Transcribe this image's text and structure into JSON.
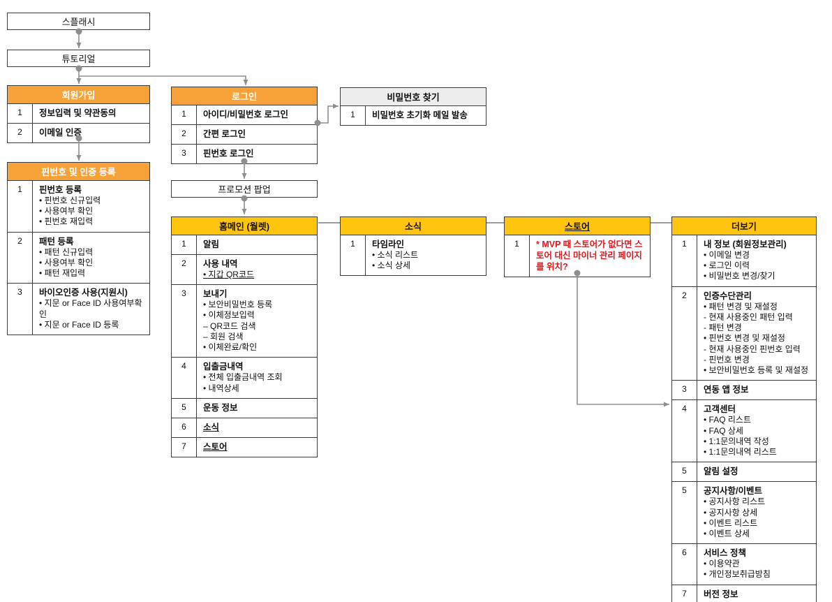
{
  "colors": {
    "orange_header": "#F7A239",
    "yellow_header": "#FFC40D",
    "gray_header": "#EDEDED",
    "red_note": "#E8151A",
    "box_border": "#3a3a3a",
    "connector_gray": "#8f8f8f"
  },
  "nodes": {
    "splash": {
      "label": "스플래시"
    },
    "tutorial": {
      "label": "튜토리얼"
    },
    "promo": {
      "label": "프로모션 팝업"
    },
    "signup": {
      "title": "회원가입",
      "rows": [
        {
          "num": "1",
          "title": "정보입력 및 약관동의"
        },
        {
          "num": "2",
          "title": "이메일 인증"
        }
      ]
    },
    "pin": {
      "title": "핀번호 및 인증 등록",
      "rows": [
        {
          "num": "1",
          "title": "핀번호 등록",
          "items": [
            {
              "t": "• 핀번호 신규입력"
            },
            {
              "t": "• 사용여부 확인"
            },
            {
              "t": "• 핀번호 재입력"
            }
          ]
        },
        {
          "num": "2",
          "title": "패턴 등록",
          "items": [
            {
              "t": "• 패턴 신규입력"
            },
            {
              "t": "• 사용여부 확인"
            },
            {
              "t": "• 패턴 재입력"
            }
          ]
        },
        {
          "num": "3",
          "title": "바이오인증 사용(지원시)",
          "items": [
            {
              "t": "• 지문 or Face ID 사용여부확인"
            },
            {
              "t": "• 지문 or Face ID 등록"
            }
          ]
        }
      ]
    },
    "login": {
      "title": "로그인",
      "rows": [
        {
          "num": "1",
          "title": "아이디/비밀번호 로그인"
        },
        {
          "num": "2",
          "title": "간편 로그인"
        },
        {
          "num": "3",
          "title": "핀번호 로그인"
        }
      ]
    },
    "findpw": {
      "title": "비밀번호 찾기",
      "rows": [
        {
          "num": "1",
          "title": "비밀번호 초기화 메일 발송"
        }
      ]
    },
    "home": {
      "title": "홈메인 (월렛)",
      "rows": [
        {
          "num": "1",
          "title": "알림"
        },
        {
          "num": "2",
          "title": "사용 내역",
          "items": [
            {
              "t": "• 지갑 QR코드",
              "u": true
            }
          ]
        },
        {
          "num": "3",
          "title": "보내기",
          "items": [
            {
              "t": "• 보안비밀번호 등록"
            },
            {
              "t": "• 이체정보입력"
            },
            {
              "t": "– QR코드 검색"
            },
            {
              "t": "– 회원 검색"
            },
            {
              "t": "• 이체완료/확인"
            }
          ]
        },
        {
          "num": "4",
          "title": "입출금내역",
          "items": [
            {
              "t": "• 전체 입출금내역 조회"
            },
            {
              "t": "• 내역상세"
            }
          ]
        },
        {
          "num": "5",
          "title": "운동 정보"
        },
        {
          "num": "6",
          "title": "소식",
          "u": true
        },
        {
          "num": "7",
          "title": "스토어",
          "u": true
        }
      ]
    },
    "news": {
      "title": "소식",
      "rows": [
        {
          "num": "1",
          "title": "타임라인",
          "items": [
            {
              "t": "• 소식 리스트"
            },
            {
              "t": "• 소식 상세"
            }
          ]
        }
      ]
    },
    "store": {
      "title": "스토어",
      "title_underline": true,
      "rows": [
        {
          "num": "1",
          "title": "* MVP 때 스토어가 없다면 스토어 대신 마이너 관리 페이지를 위치?",
          "red": true
        }
      ]
    },
    "more": {
      "title": "더보기",
      "rows": [
        {
          "num": "1",
          "title": "내 정보 (회원정보관리)",
          "items": [
            {
              "t": "• 이메일 변경"
            },
            {
              "t": "• 로그인 이력"
            },
            {
              "t": "• 비밀번호 변경/찾기"
            }
          ]
        },
        {
          "num": "2",
          "title": "인증수단관리",
          "items": [
            {
              "t": "• 패턴 변경 및 재설정"
            },
            {
              "t": "- 현재 사용중인 패턴 입력"
            },
            {
              "t": "- 패턴 변경"
            },
            {
              "t": "• 핀번호 변경 및 재설정"
            },
            {
              "t": "- 현재 사용중인 핀번호 입력"
            },
            {
              "t": "- 핀번호 변경"
            },
            {
              "t": "• 보안비밀번호 등록 및 재설정"
            }
          ]
        },
        {
          "num": "3",
          "title": "연동 앱 정보"
        },
        {
          "num": "4",
          "title": "고객센터",
          "items": [
            {
              "t": "• FAQ 리스트"
            },
            {
              "t": "• FAQ 상세"
            },
            {
              "t": "• 1:1문의내역 작성"
            },
            {
              "t": "• 1:1문의내역 리스트"
            }
          ]
        },
        {
          "num": "5",
          "title": "알림 설정"
        },
        {
          "num": "5",
          "title": "공지사항/이벤트",
          "items": [
            {
              "t": "• 공지사항 리스트"
            },
            {
              "t": "• 공지사항 상세"
            },
            {
              "t": "• 이벤트 리스트"
            },
            {
              "t": "• 이벤트 상세"
            }
          ]
        },
        {
          "num": "6",
          "title": "서비스 정책",
          "items": [
            {
              "t": "• 이용약관"
            },
            {
              "t": "• 개인정보취급방침"
            }
          ]
        },
        {
          "num": "7",
          "title": "버전 정보"
        }
      ]
    }
  }
}
